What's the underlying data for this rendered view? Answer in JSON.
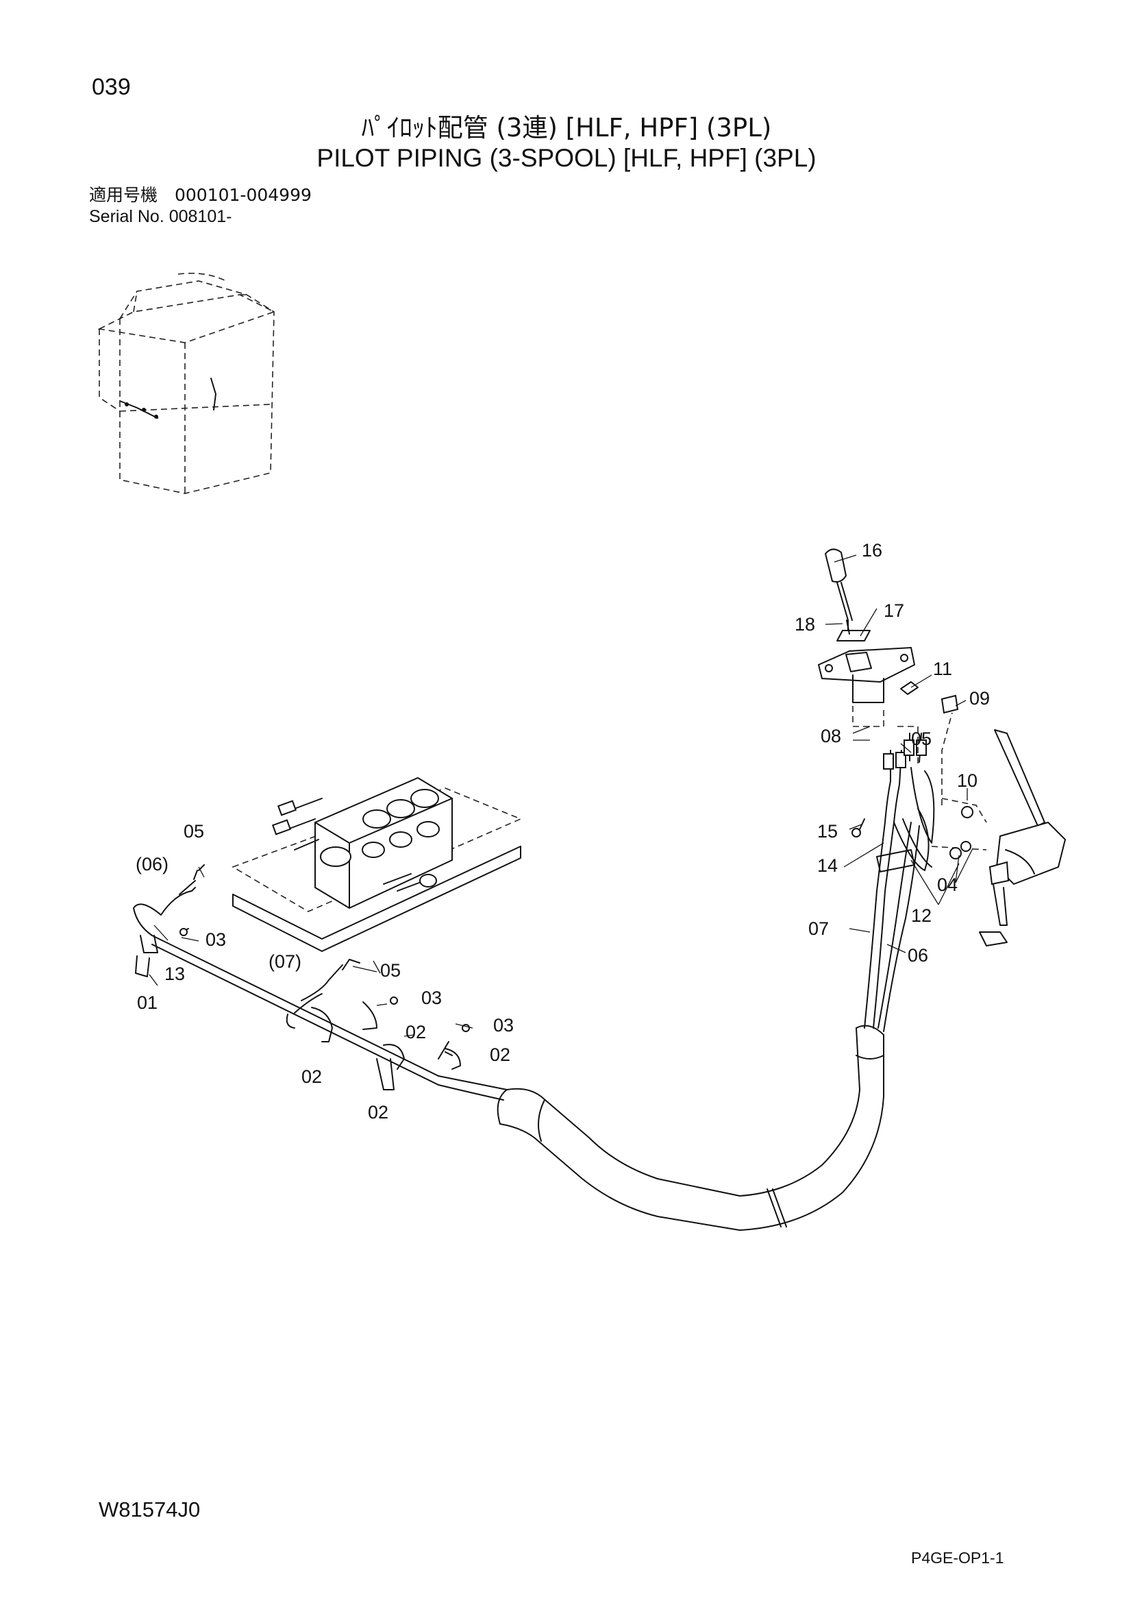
{
  "header": {
    "page_number": "039",
    "title_jp": "ﾊﾟｲﾛｯﾄ配管 (3連) [HLF, HPF] (3PL)",
    "title_en": "PILOT PIPING (3-SPOOL) [HLF, HPF] (3PL)",
    "serial_jp": "適用号機　000101-004999",
    "serial_en": "Serial  No.  008101-"
  },
  "callouts": {
    "c01": "01",
    "c02a": "02",
    "c02b": "02",
    "c02c": "02",
    "c02d": "02",
    "c03a": "03",
    "c03b": "03",
    "c03c": "03",
    "c04": "04",
    "c05a": "05",
    "c05b": "05",
    "c05c": "05",
    "c06": "06",
    "c06p": "(06)",
    "c07": "07",
    "c07p": "(07)",
    "c08": "08",
    "c09": "09",
    "c10": "10",
    "c11": "11",
    "c12": "12",
    "c13": "13",
    "c14": "14",
    "c15": "15",
    "c16": "16",
    "c17": "17",
    "c18": "18"
  },
  "footer": {
    "drawing_code": "W81574J0",
    "page_ref": "P4GE-OP1-1"
  }
}
